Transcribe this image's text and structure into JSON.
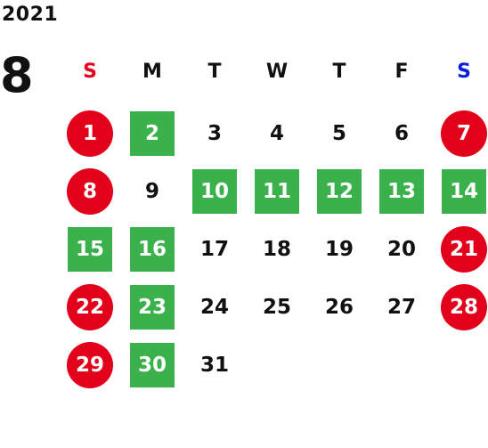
{
  "calendar": {
    "year": "2021",
    "month": "8",
    "weekdays": [
      "S",
      "M",
      "T",
      "W",
      "T",
      "F",
      "S"
    ],
    "colors": {
      "holiday_red": "#e2001a",
      "highlight_green": "#3ab14a",
      "sunday_header": "#e8001e",
      "saturday_header": "#0a1ee0"
    },
    "weeks": [
      [
        {
          "d": "1",
          "s": "red"
        },
        {
          "d": "2",
          "s": "green"
        },
        {
          "d": "3",
          "s": ""
        },
        {
          "d": "4",
          "s": ""
        },
        {
          "d": "5",
          "s": ""
        },
        {
          "d": "6",
          "s": ""
        },
        {
          "d": "7",
          "s": "red"
        }
      ],
      [
        {
          "d": "8",
          "s": "red"
        },
        {
          "d": "9",
          "s": ""
        },
        {
          "d": "10",
          "s": "green"
        },
        {
          "d": "11",
          "s": "green"
        },
        {
          "d": "12",
          "s": "green"
        },
        {
          "d": "13",
          "s": "green"
        },
        {
          "d": "14",
          "s": "green"
        }
      ],
      [
        {
          "d": "15",
          "s": "green"
        },
        {
          "d": "16",
          "s": "green"
        },
        {
          "d": "17",
          "s": ""
        },
        {
          "d": "18",
          "s": ""
        },
        {
          "d": "19",
          "s": ""
        },
        {
          "d": "20",
          "s": ""
        },
        {
          "d": "21",
          "s": "red"
        }
      ],
      [
        {
          "d": "22",
          "s": "red"
        },
        {
          "d": "23",
          "s": "green"
        },
        {
          "d": "24",
          "s": ""
        },
        {
          "d": "25",
          "s": ""
        },
        {
          "d": "26",
          "s": ""
        },
        {
          "d": "27",
          "s": ""
        },
        {
          "d": "28",
          "s": "red"
        }
      ],
      [
        {
          "d": "29",
          "s": "red"
        },
        {
          "d": "30",
          "s": "green"
        },
        {
          "d": "31",
          "s": ""
        },
        {
          "d": "",
          "s": ""
        },
        {
          "d": "",
          "s": ""
        },
        {
          "d": "",
          "s": ""
        },
        {
          "d": "",
          "s": ""
        }
      ]
    ]
  }
}
